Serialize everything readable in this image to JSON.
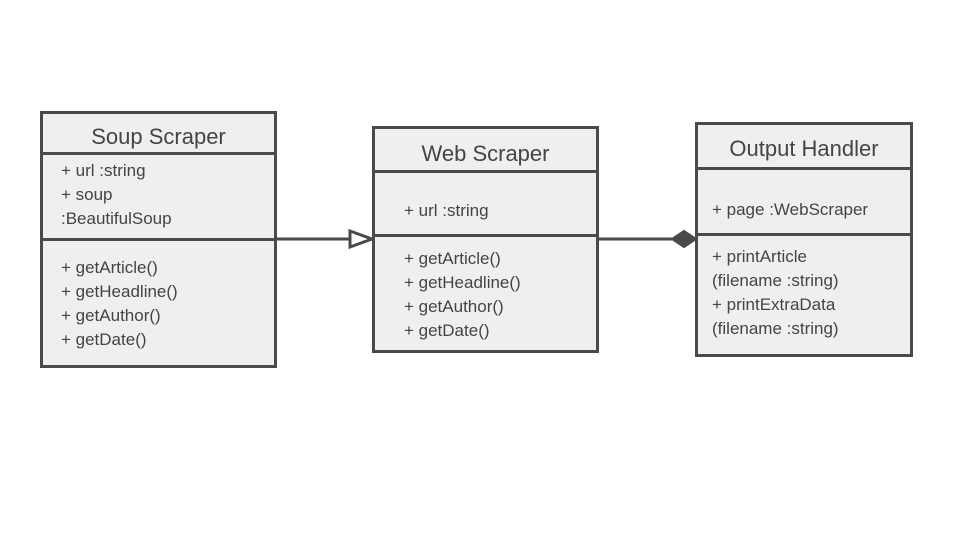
{
  "classes": {
    "soup_scraper": {
      "name": "Soup Scraper",
      "attributes": [
        "+ url :string",
        "+ soup",
        ":BeautifulSoup"
      ],
      "methods": [
        "+ getArticle()",
        "+ getHeadline()",
        "+ getAuthor()",
        "+ getDate()"
      ]
    },
    "web_scraper": {
      "name": "Web Scraper",
      "attributes": [
        "+ url :string"
      ],
      "methods": [
        "+ getArticle()",
        "+ getHeadline()",
        "+ getAuthor()",
        "+ getDate()"
      ]
    },
    "output_handler": {
      "name": "Output Handler",
      "attributes": [
        "+ page :WebScraper"
      ],
      "methods": [
        "+ printArticle",
        "(filename :string)",
        "+ printExtraData",
        "(filename :string)"
      ]
    }
  },
  "relations": [
    {
      "from": "Soup Scraper",
      "to": "Web Scraper",
      "kind": "generalization"
    },
    {
      "from": "Web Scraper",
      "to": "Output Handler",
      "kind": "composition"
    }
  ],
  "colors": {
    "border": "#4a4a4a",
    "fill": "#efefef",
    "text": "#444444"
  }
}
